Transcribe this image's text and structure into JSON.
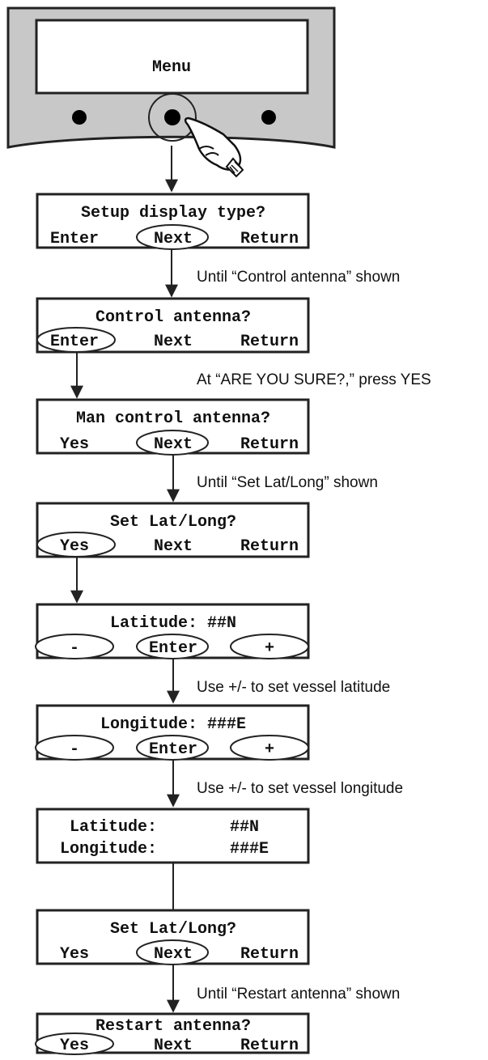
{
  "panel": {
    "screen_text": "Menu",
    "knobs": [
      "left-knob",
      "center-knob",
      "right-knob"
    ],
    "hand_icon": "pointing-hand-icon"
  },
  "screens": [
    {
      "line1": "Setup display type?",
      "buttons": [
        "Enter",
        "Next",
        "Return"
      ],
      "selected": 1
    },
    {
      "line1": "Control antenna?",
      "buttons": [
        "Enter",
        "Next",
        "Return"
      ],
      "selected": 0
    },
    {
      "line1": "Man control antenna?",
      "buttons": [
        "Yes",
        "Next",
        "Return"
      ],
      "selected": 1
    },
    {
      "line1": "Set Lat/Long?",
      "buttons": [
        "Yes",
        "Next",
        "Return"
      ],
      "selected": 0
    },
    {
      "line1": "Latitude: ##N",
      "buttons": [
        "-",
        "Enter",
        "+"
      ],
      "selected": "all"
    },
    {
      "line1": "Longitude: ###E",
      "buttons": [
        "-",
        "Enter",
        "+"
      ],
      "selected": "all"
    },
    {
      "line1": "Latitude:",
      "line1_value": "##N",
      "line2": "Longitude:",
      "line2_value": "###E"
    },
    {
      "line1": "Set Lat/Long?",
      "buttons": [
        "Yes",
        "Next",
        "Return"
      ],
      "selected": 1
    },
    {
      "line1": "Restart antenna?",
      "buttons": [
        "Yes",
        "Next",
        "Return"
      ],
      "selected": 0
    }
  ],
  "notes": [
    "Until “Control antenna” shown",
    "At “ARE YOU SURE?,” press YES",
    "Until “Set Lat/Long” shown",
    "Use +/- to set vessel latitude",
    "Use +/- to set vessel longitude",
    "Until “Restart antenna” shown"
  ],
  "colors": {
    "ink": "#222222",
    "panel_fill": "#c8c8c8",
    "knob": "#000000"
  }
}
